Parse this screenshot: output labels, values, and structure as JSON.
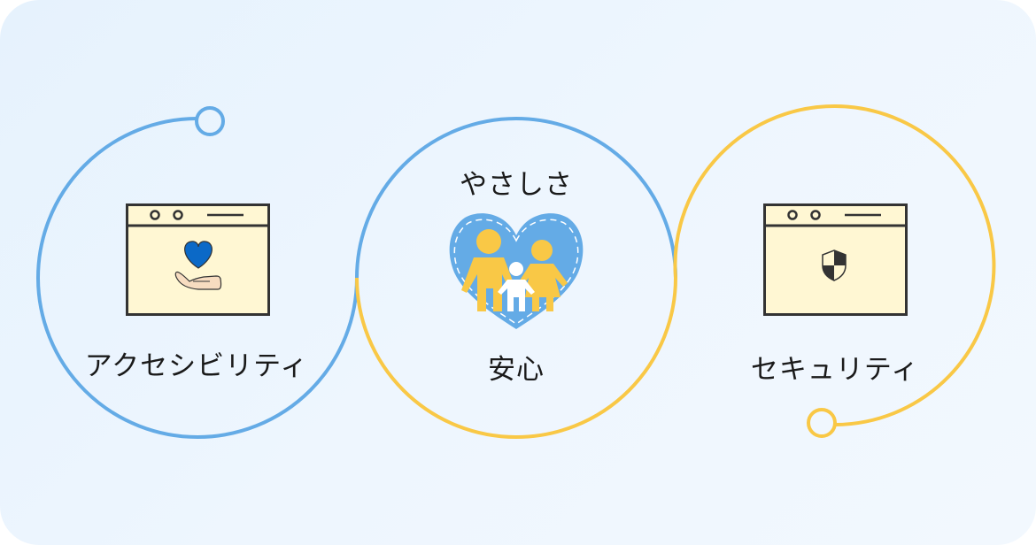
{
  "colors": {
    "background": "#eaf4fd",
    "blue": "#64abe6",
    "yellow": "#f9c846",
    "window_fill": "#fff7d3",
    "window_stroke": "#333333",
    "heart_blue": "#0b69c7"
  },
  "nodes": [
    {
      "id": "accessibility",
      "label": "アクセシビリティ",
      "icon": "browser-window-heart-hand-icon"
    },
    {
      "id": "anshin",
      "top_label": "やさしさ",
      "label": "安心",
      "icon": "family-heart-icon"
    },
    {
      "id": "security",
      "label": "セキュリティ",
      "icon": "browser-window-shield-icon"
    }
  ]
}
